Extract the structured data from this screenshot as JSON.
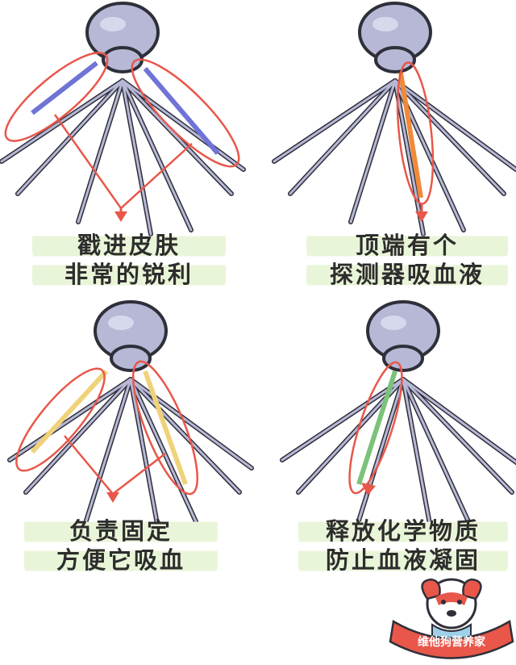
{
  "captions": [
    {
      "line1": "戳进皮肤",
      "line2": "非常的锐利"
    },
    {
      "line1": "顶端有个",
      "line2": "探测器吸血液"
    },
    {
      "line1": "负责固定",
      "line2": "方便它吸血"
    },
    {
      "line1": "释放化学物质",
      "line2": "防止血液凝固"
    }
  ],
  "brand": {
    "text": "维他狗营养家"
  },
  "colors": {
    "head": "#b6b8d6",
    "outline": "#2f2f3a",
    "highlight_red": "#e8574a",
    "highlight_blue": "#6f74d6",
    "highlight_yellow": "#f0d27a",
    "highlight_orange": "#f08a3a",
    "highlight_green": "#7cc27a",
    "caption_bg": "#e9f5d8"
  }
}
